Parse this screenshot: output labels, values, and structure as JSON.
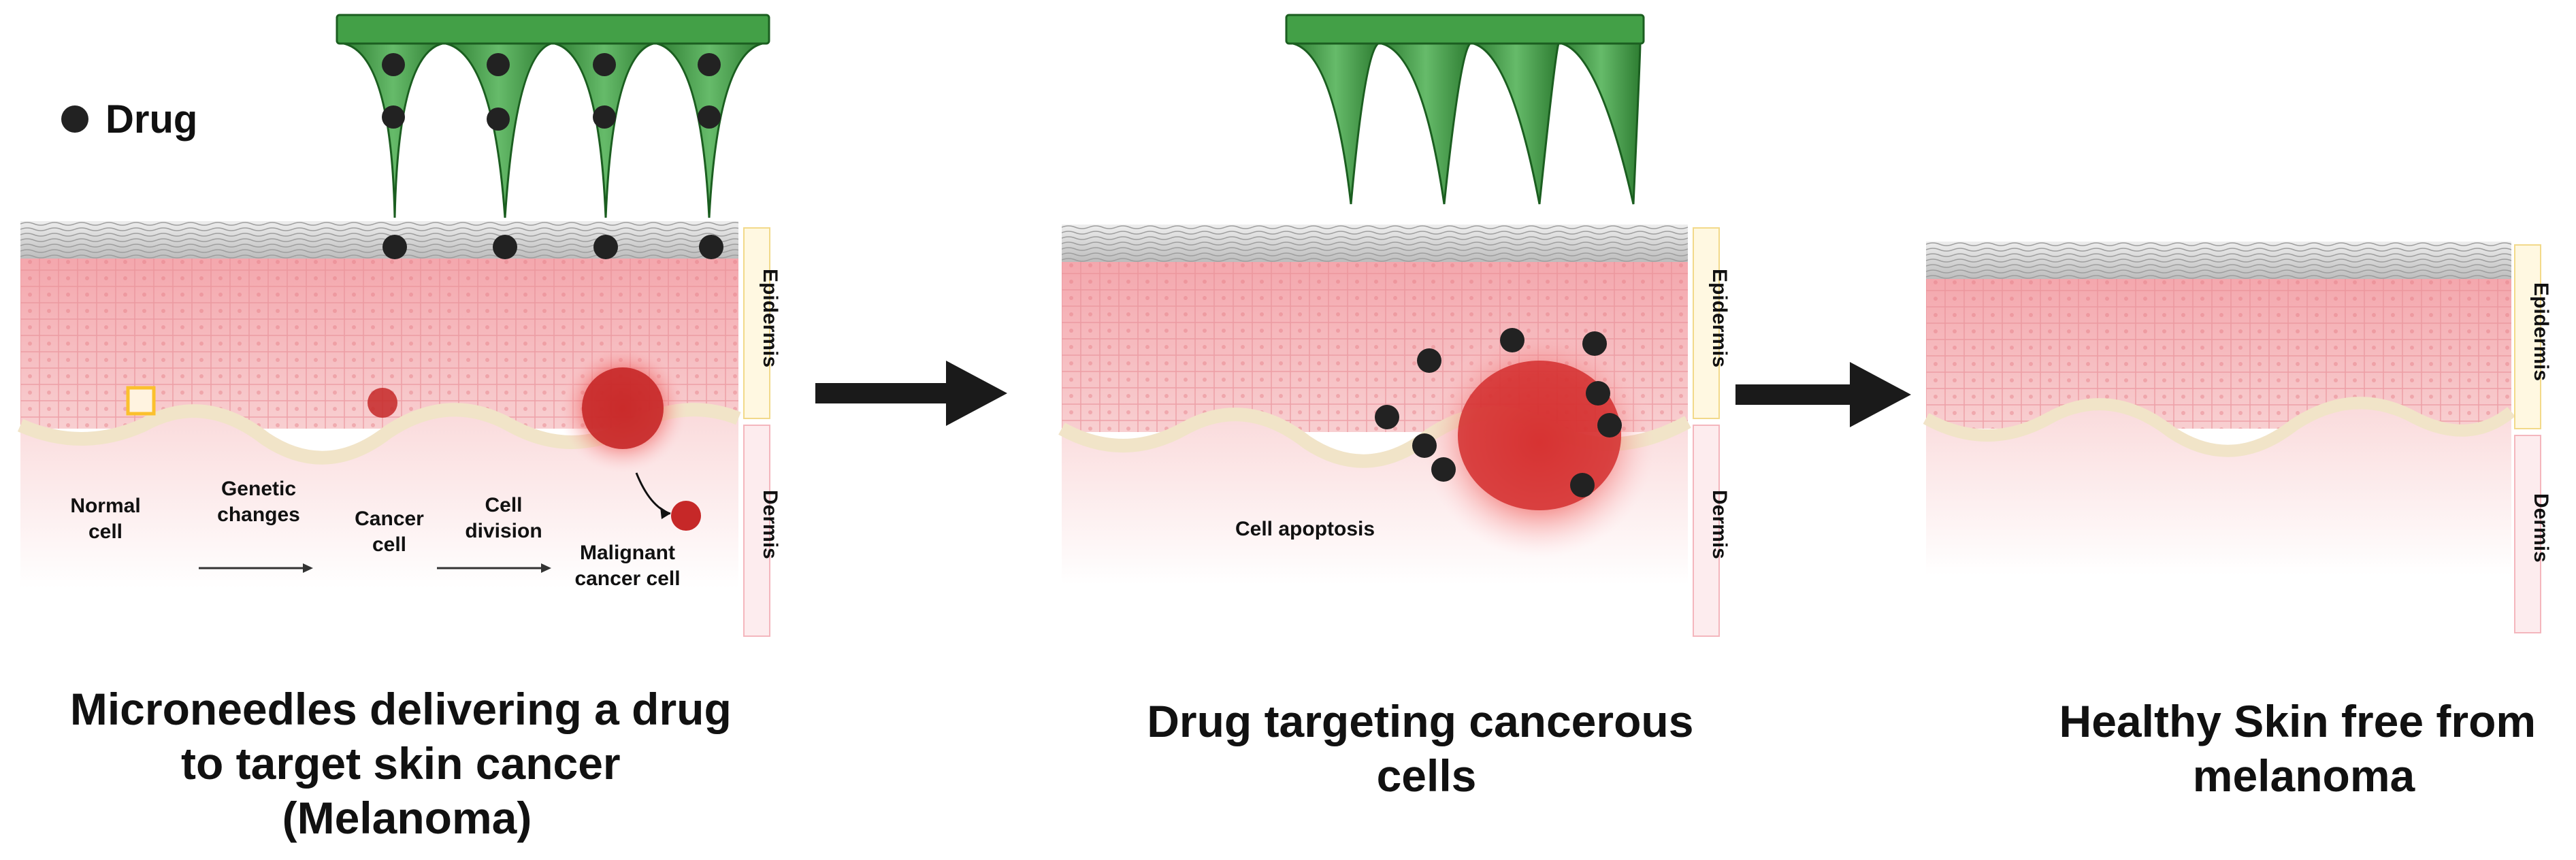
{
  "legend": {
    "drug": "Drug"
  },
  "layers": {
    "epidermis": "Epidermis",
    "dermis": "Dermis"
  },
  "panel1": {
    "stages": {
      "normal_cell": [
        "Normal",
        "cell"
      ],
      "genetic_changes": [
        "Genetic",
        "changes"
      ],
      "cancer_cell": [
        "Cancer",
        "cell"
      ],
      "cell_division": [
        "Cell",
        "division"
      ],
      "malignant_cell": [
        "Malignant",
        "cancer cell"
      ]
    },
    "caption": [
      "Microneedles delivering a drug",
      "to target skin cancer",
      "(Melanoma)"
    ]
  },
  "panel2": {
    "apoptosis_label": "Cell apoptosis",
    "caption": [
      "Drug targeting cancerous",
      "cells"
    ]
  },
  "panel3": {
    "caption": [
      "Healthy Skin free from",
      "melanoma"
    ]
  },
  "colors": {
    "needle": "#4caf50",
    "needle_dark": "#2e7d32",
    "drug": "#222222",
    "skin_top": "#d9d9d9",
    "epidermis": "#f6c1c4",
    "dermis": "#fbe3e3",
    "tumor": "#c62828",
    "tumor_glow": "#ff5252",
    "arrow": "#1a1a1a",
    "layer_epi_bg": "#fff8e1",
    "layer_epi_border": "#f2d98a",
    "layer_der_bg": "#fdecee",
    "layer_der_border": "#f4b6bd"
  }
}
